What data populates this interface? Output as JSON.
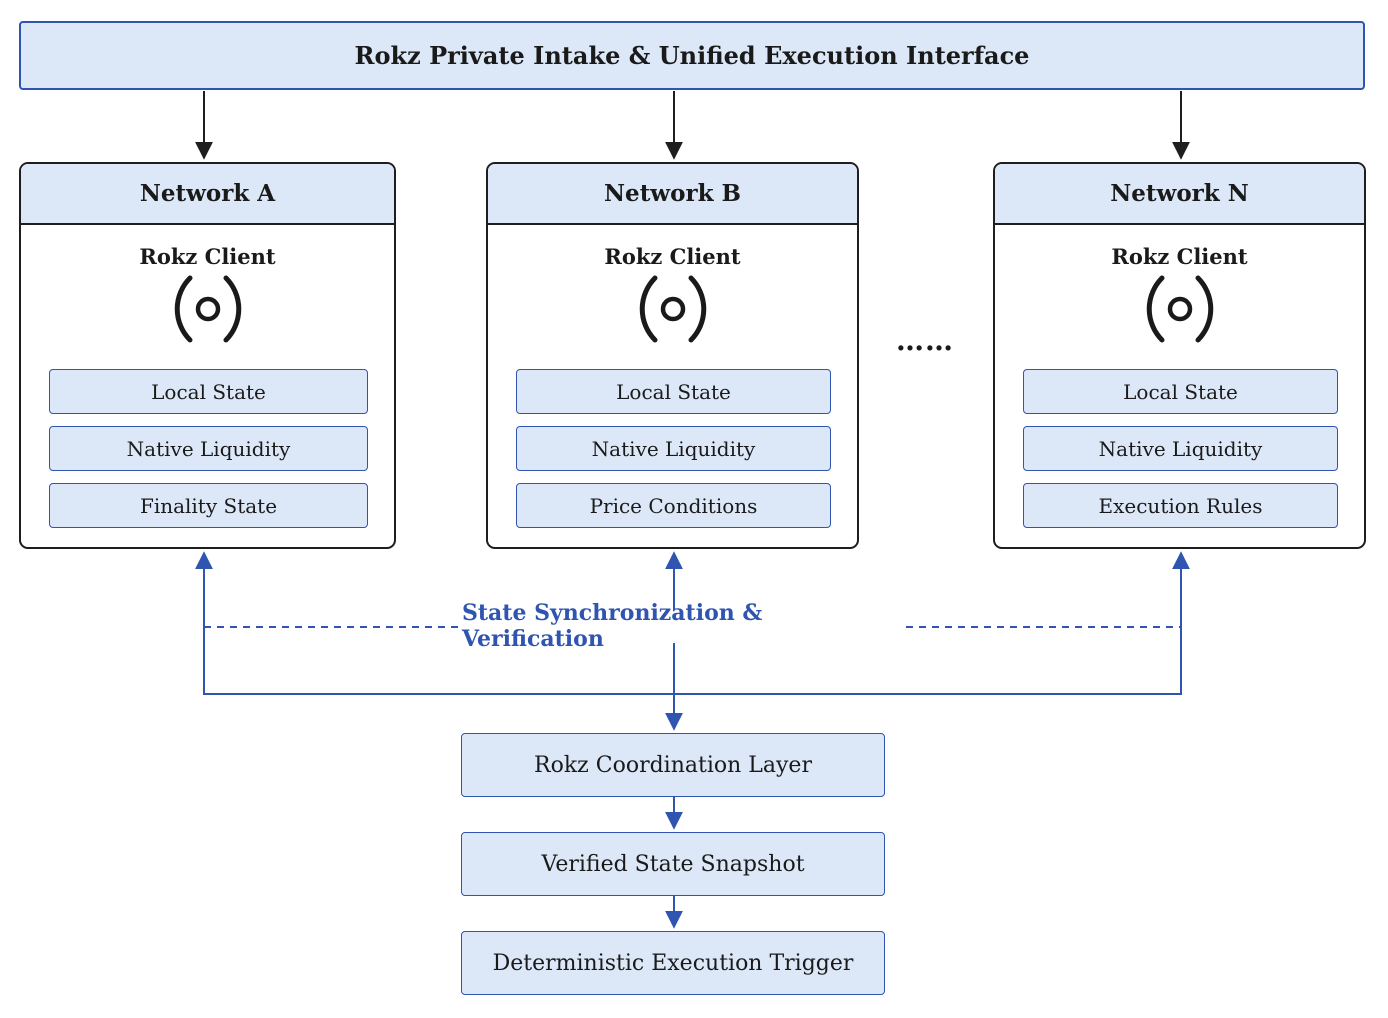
{
  "interface": {
    "title": "Rokz Private Intake & Unified Execution Interface"
  },
  "networks": [
    {
      "name": "Network A",
      "client": "Rokz Client",
      "icon": "broadcast-signal-icon",
      "components": [
        "Local State",
        "Native Liquidity",
        "Finality State"
      ]
    },
    {
      "name": "Network B",
      "client": "Rokz Client",
      "icon": "broadcast-signal-icon",
      "components": [
        "Local State",
        "Native Liquidity",
        "Price Conditions"
      ]
    },
    {
      "name": "Network N",
      "client": "Rokz Client",
      "icon": "broadcast-signal-icon",
      "components": [
        "Local State",
        "Native Liquidity",
        "Execution Rules"
      ]
    }
  ],
  "ellipsis": "……",
  "sync": {
    "label": "State Synchronization & Verification"
  },
  "pipeline": [
    "Rokz Coordination Layer",
    "Verified State Snapshot",
    "Deterministic Execution Trigger"
  ],
  "colors": {
    "box_fill": "#dce8f8",
    "accent_blue": "#2f55b0",
    "outline_dark": "#1e1e1e"
  }
}
